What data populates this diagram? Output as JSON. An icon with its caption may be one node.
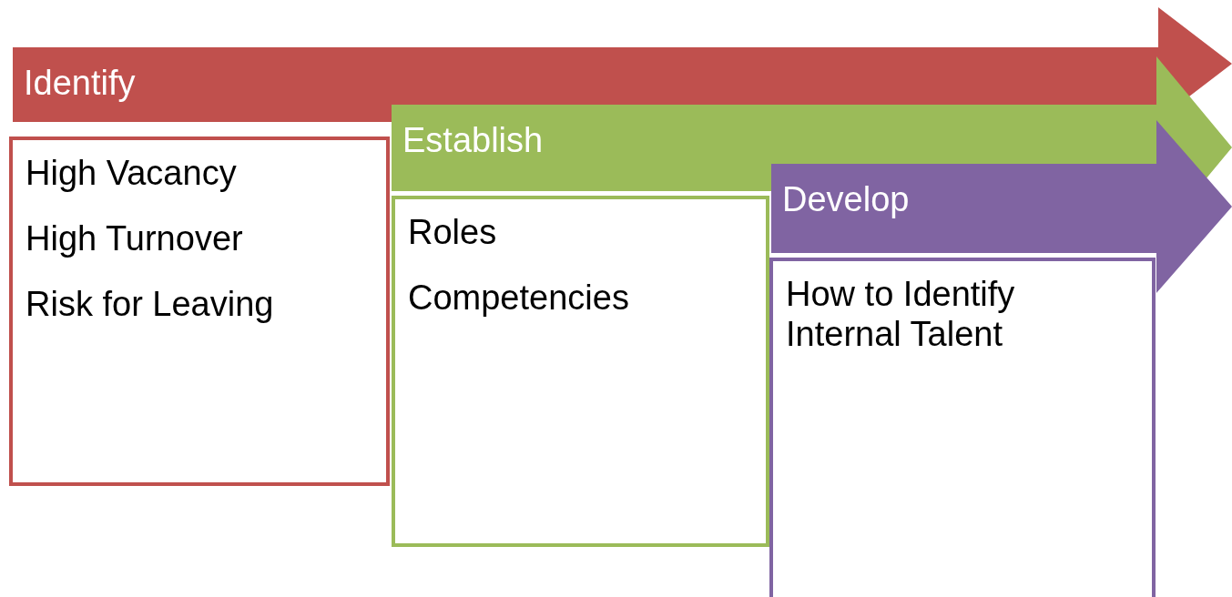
{
  "diagram": {
    "nodes": [
      {
        "text": [
          "Identify"
        ]
      },
      {
        "text": [
          "High Vacancy",
          "High Turnover",
          "Risk for Leaving"
        ]
      },
      {
        "text": [
          "Establish"
        ]
      },
      {
        "text": [
          "Roles",
          "Competencies"
        ]
      },
      {
        "text": [
          "Develop"
        ]
      },
      {
        "text": [
          "How to Identify Internal Talent"
        ]
      }
    ]
  }
}
